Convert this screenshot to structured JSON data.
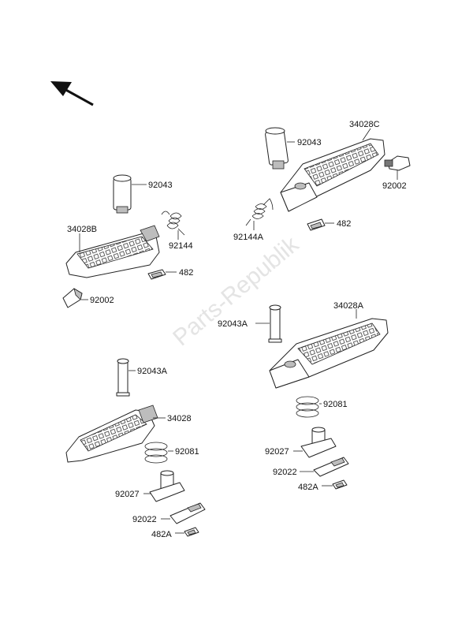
{
  "watermark": "Parts-Republik",
  "labels": {
    "rear_left": {
      "pin": "92043",
      "footpeg": "34028B",
      "spring": "92144",
      "clip": "482",
      "rubber": "92002"
    },
    "rear_right": {
      "pin": "92043",
      "footpeg": "34028C",
      "spring": "92144A",
      "clip": "482",
      "rubber": "92002"
    },
    "front_left": {
      "pin": "92043A",
      "footpeg": "34028",
      "spring": "92081",
      "bracket": "92027",
      "plate": "92022",
      "clip": "482A"
    },
    "front_right": {
      "pin": "92043A",
      "footpeg": "34028A",
      "spring": "92081",
      "bracket": "92027",
      "plate": "92022",
      "clip": "482A"
    }
  }
}
